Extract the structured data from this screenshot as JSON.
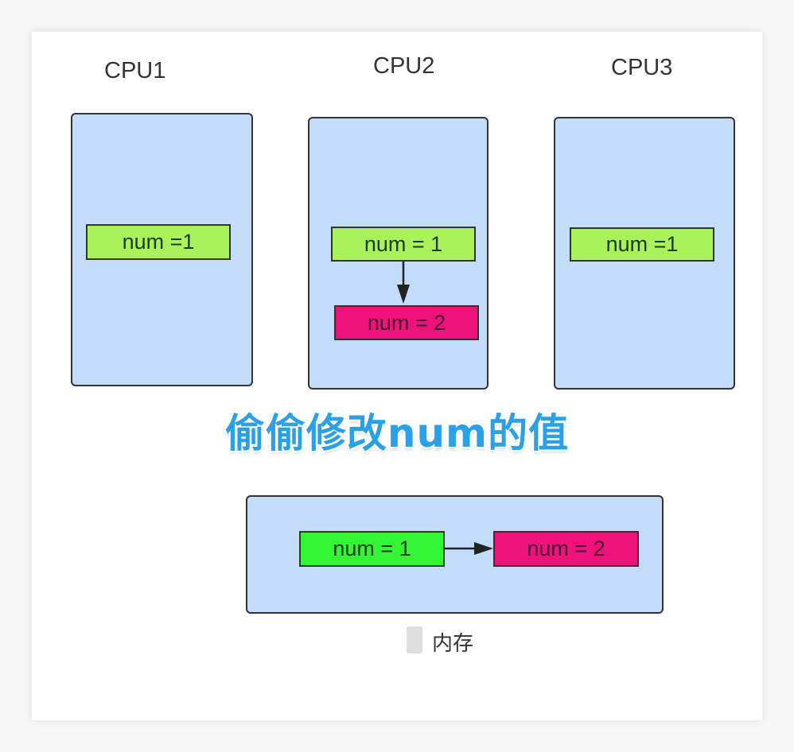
{
  "cpus": [
    {
      "label": "CPU1",
      "value": "num =1"
    },
    {
      "label": "CPU2",
      "value": "num = 1",
      "new_value": "num = 2"
    },
    {
      "label": "CPU3",
      "value": "num =1"
    }
  ],
  "overlay_text": "偷偷修改num的值",
  "memory": {
    "label": "内存",
    "old_value": "num = 1",
    "new_value": "num = 2"
  },
  "colors": {
    "panel_fill": "#c2dcfa",
    "cpu_var_fill": "#a9f25a",
    "memory_old_fill": "#33f533",
    "new_value_fill": "#f0127b",
    "overlay_text": "#2aa0e6"
  }
}
